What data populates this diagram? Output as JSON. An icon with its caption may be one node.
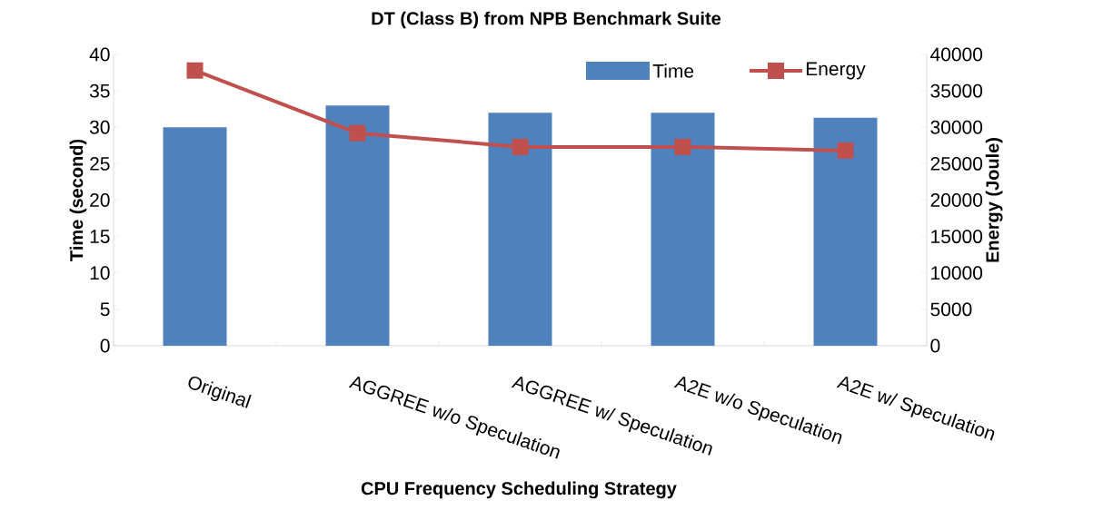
{
  "diagram": {
    "title": "DT (Class B) from NPB Benchmark Suite",
    "chart_data": {
      "type": "bar",
      "xlabel": "CPU Frequency Scheduling Strategy",
      "ylabel": "Time (second)",
      "y2label": "Energy (Joule)",
      "categories": [
        "Original",
        "AGGREE w/o Speculation",
        "AGGREE w/ Speculation",
        "A2E w/o Speculation",
        "A2E w/ Speculation"
      ],
      "series": [
        {
          "name": "Time",
          "color": "#4f81bd",
          "axis": "y",
          "values": [
            30,
            33,
            32,
            32,
            31.3
          ]
        },
        {
          "name": "Energy",
          "color": "#c0504d",
          "type": "line",
          "marker": "square",
          "axis": "y2",
          "values": [
            37800,
            29200,
            27300,
            27300,
            26800
          ]
        }
      ],
      "legend": "top-right",
      "ylim": [
        0,
        40
      ],
      "yticks": [
        0,
        5,
        10,
        15,
        20,
        25,
        30,
        35,
        40
      ],
      "y2lim": [
        0,
        40000
      ],
      "y2ticks": [
        0,
        5000,
        10000,
        15000,
        20000,
        25000,
        30000,
        35000,
        40000
      ]
    }
  }
}
